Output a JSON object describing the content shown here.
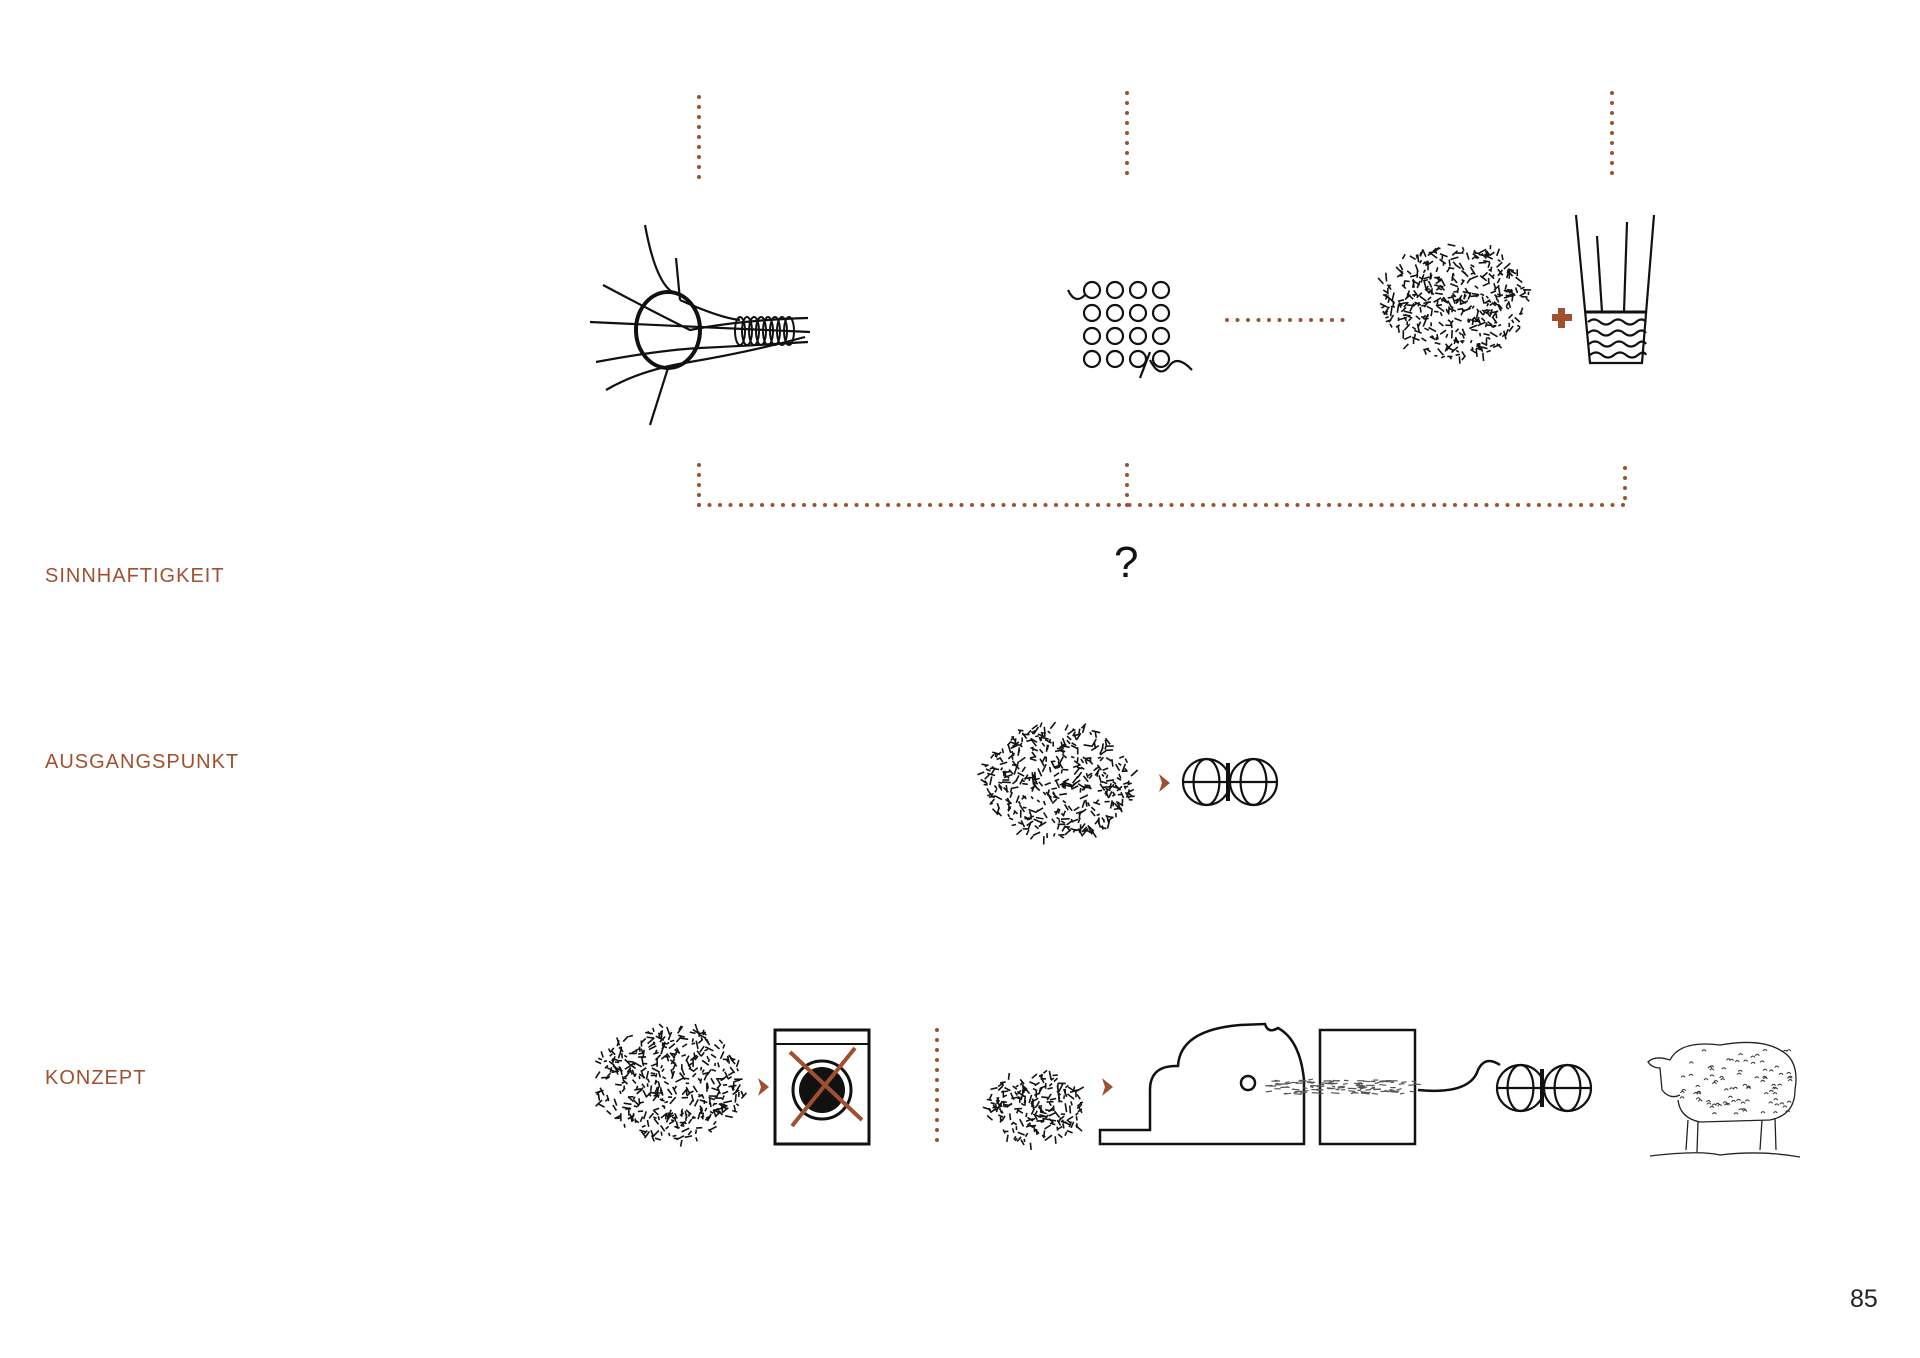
{
  "labels": {
    "sinnhaftigkeit": "SINNHAFTIGKEIT",
    "ausgangspunkt": "AUSGANGSPUNKT",
    "konzept": "KONZEPT"
  },
  "question_mark": "?",
  "page_number": "85",
  "colors": {
    "accent": "#a0502f",
    "ink": "#111111"
  }
}
